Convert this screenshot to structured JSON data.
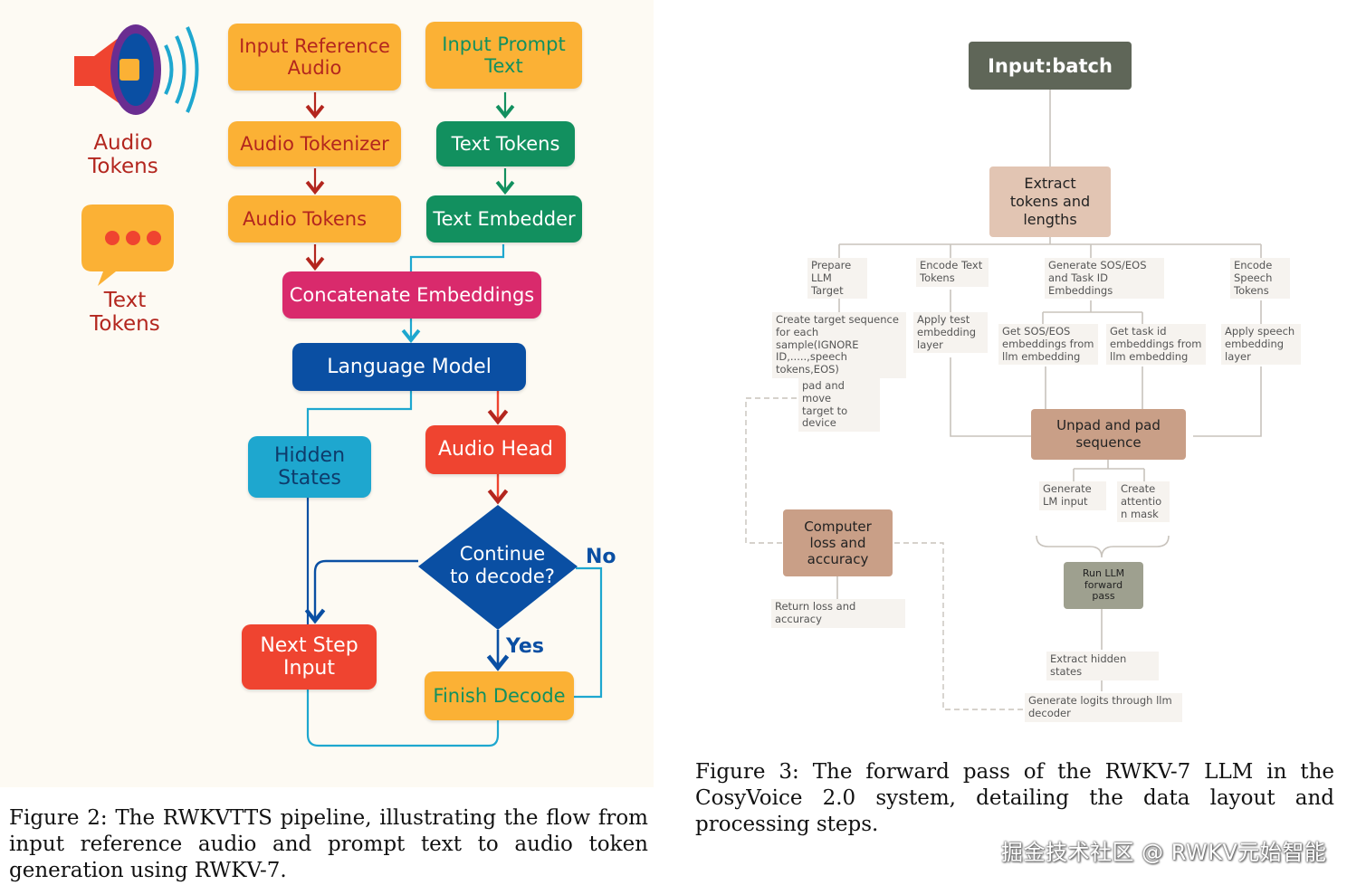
{
  "left_figure": {
    "legend": {
      "audio_tokens": "Audio\nTokens",
      "text_tokens": "Text\nTokens"
    },
    "nodes": {
      "input_reference_audio": "Input Reference\nAudio",
      "input_prompt_text": "Input Prompt\nText",
      "audio_tokenizer": "Audio Tokenizer",
      "text_tokens": "Text Tokens",
      "audio_tokens": "Audio Tokens",
      "text_embedder": "Text Embedder",
      "concatenate_embeddings": "Concatenate Embeddings",
      "language_model": "Language Model",
      "hidden_states": "Hidden\nStates",
      "audio_head": "Audio Head",
      "continue_decode": "Continue\nto decode?",
      "next_step_input": "Next Step\nInput",
      "finish_decode": "Finish Decode"
    },
    "edge_labels": {
      "no": "No",
      "yes": "Yes"
    },
    "caption": "Figure 2: The RWKVTTS pipeline, illustrating the flow from input reference audio and prompt text to audio token generation using RWKV-7.",
    "colors": {
      "orange": "#fbb135",
      "green": "#12905f",
      "pink": "#d92a6c",
      "navy": "#0a4fa3",
      "cyan": "#1ea7cf",
      "red": "#ef4430"
    }
  },
  "right_figure": {
    "nodes": {
      "input_batch": "Input:batch",
      "extract": "Extract\ntokens and\nlengths",
      "prepare": "Prepare\nLLM Target",
      "encode_text": "Encode Text\nTokens",
      "generate_sos": "Generate SOS/EOS\nand Task ID\nEmbeddings",
      "encode_speech": "Encode\nSpeech\nTokens",
      "create_target": "Create target sequence\nfor each sample(IGNORE\nID,.....,speech tokens,EOS)",
      "apply_text": "Apply test\nembedding\nlayer",
      "get_sos": "Get SOS/EOS\nembeddings from\nllm embedding",
      "get_task": "Get task id\nembeddings from\nllm embedding",
      "apply_speech": "Apply speech\nembedding\nlayer",
      "pad_move": "pad and move\ntarget to\ndevice",
      "unpad": "Unpad and pad\nsequence",
      "gen_lm": "Generate\nLM input",
      "create_mask": "Create\nattentio\nn mask",
      "compute_loss": "Computer\nloss and\naccuracy",
      "run_llm": "Run LLM\nforward\npass",
      "return_loss": "Return loss and accuracy",
      "extract_hidden": "Extract hidden states",
      "gen_logits": "Generate logits through llm\ndecoder"
    },
    "caption": "Figure 3: The forward pass of the RWKV-7 LLM in the CosyVoice 2.0 system, detailing the data layout and processing steps.",
    "colors": {
      "header": "#5f6658",
      "brown_light": "#e2c5b3",
      "brown": "#c99f87",
      "olive": "#9ea08f"
    }
  },
  "watermark": "掘金技术社区 @ RWKV元始智能"
}
